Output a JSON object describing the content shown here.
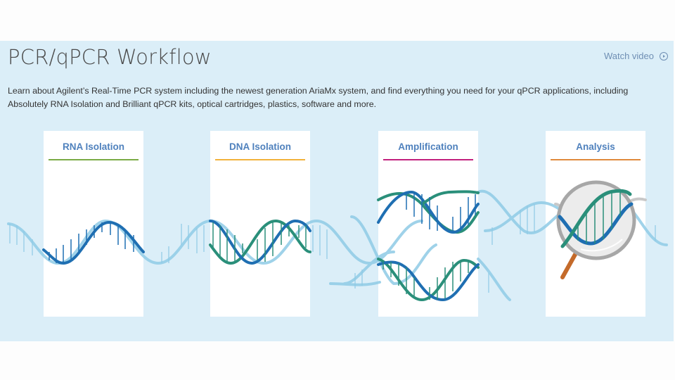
{
  "header": {
    "title": "PCR/qPCR Workflow",
    "watch_video_label": "Watch video",
    "watch_video_icon": "play-circle-icon"
  },
  "description": "Learn about Agilent’s Real-Time PCR system including the newest generation AriaMx system, and find everything you need for your qPCR applications, including Absolutely RNA Isolation and Brilliant qPCR kits, optical cartridges, plastics, software and more.",
  "workflow": {
    "steps": [
      {
        "label": "RNA Isolation",
        "accent": "#7aab45"
      },
      {
        "label": "DNA Isolation",
        "accent": "#f2b23a"
      },
      {
        "label": "Amplification",
        "accent": "#c2207d"
      },
      {
        "label": "Analysis",
        "accent": "#e08a3c"
      }
    ]
  },
  "colors": {
    "panel_bg": "#dbeef8",
    "label_text": "#4f81bd",
    "strand_light": "#8fcbe6",
    "strand_blue": "#1f6fb2",
    "strand_green": "#2a8f7a",
    "magnifier_handle": "#c46a2a"
  }
}
